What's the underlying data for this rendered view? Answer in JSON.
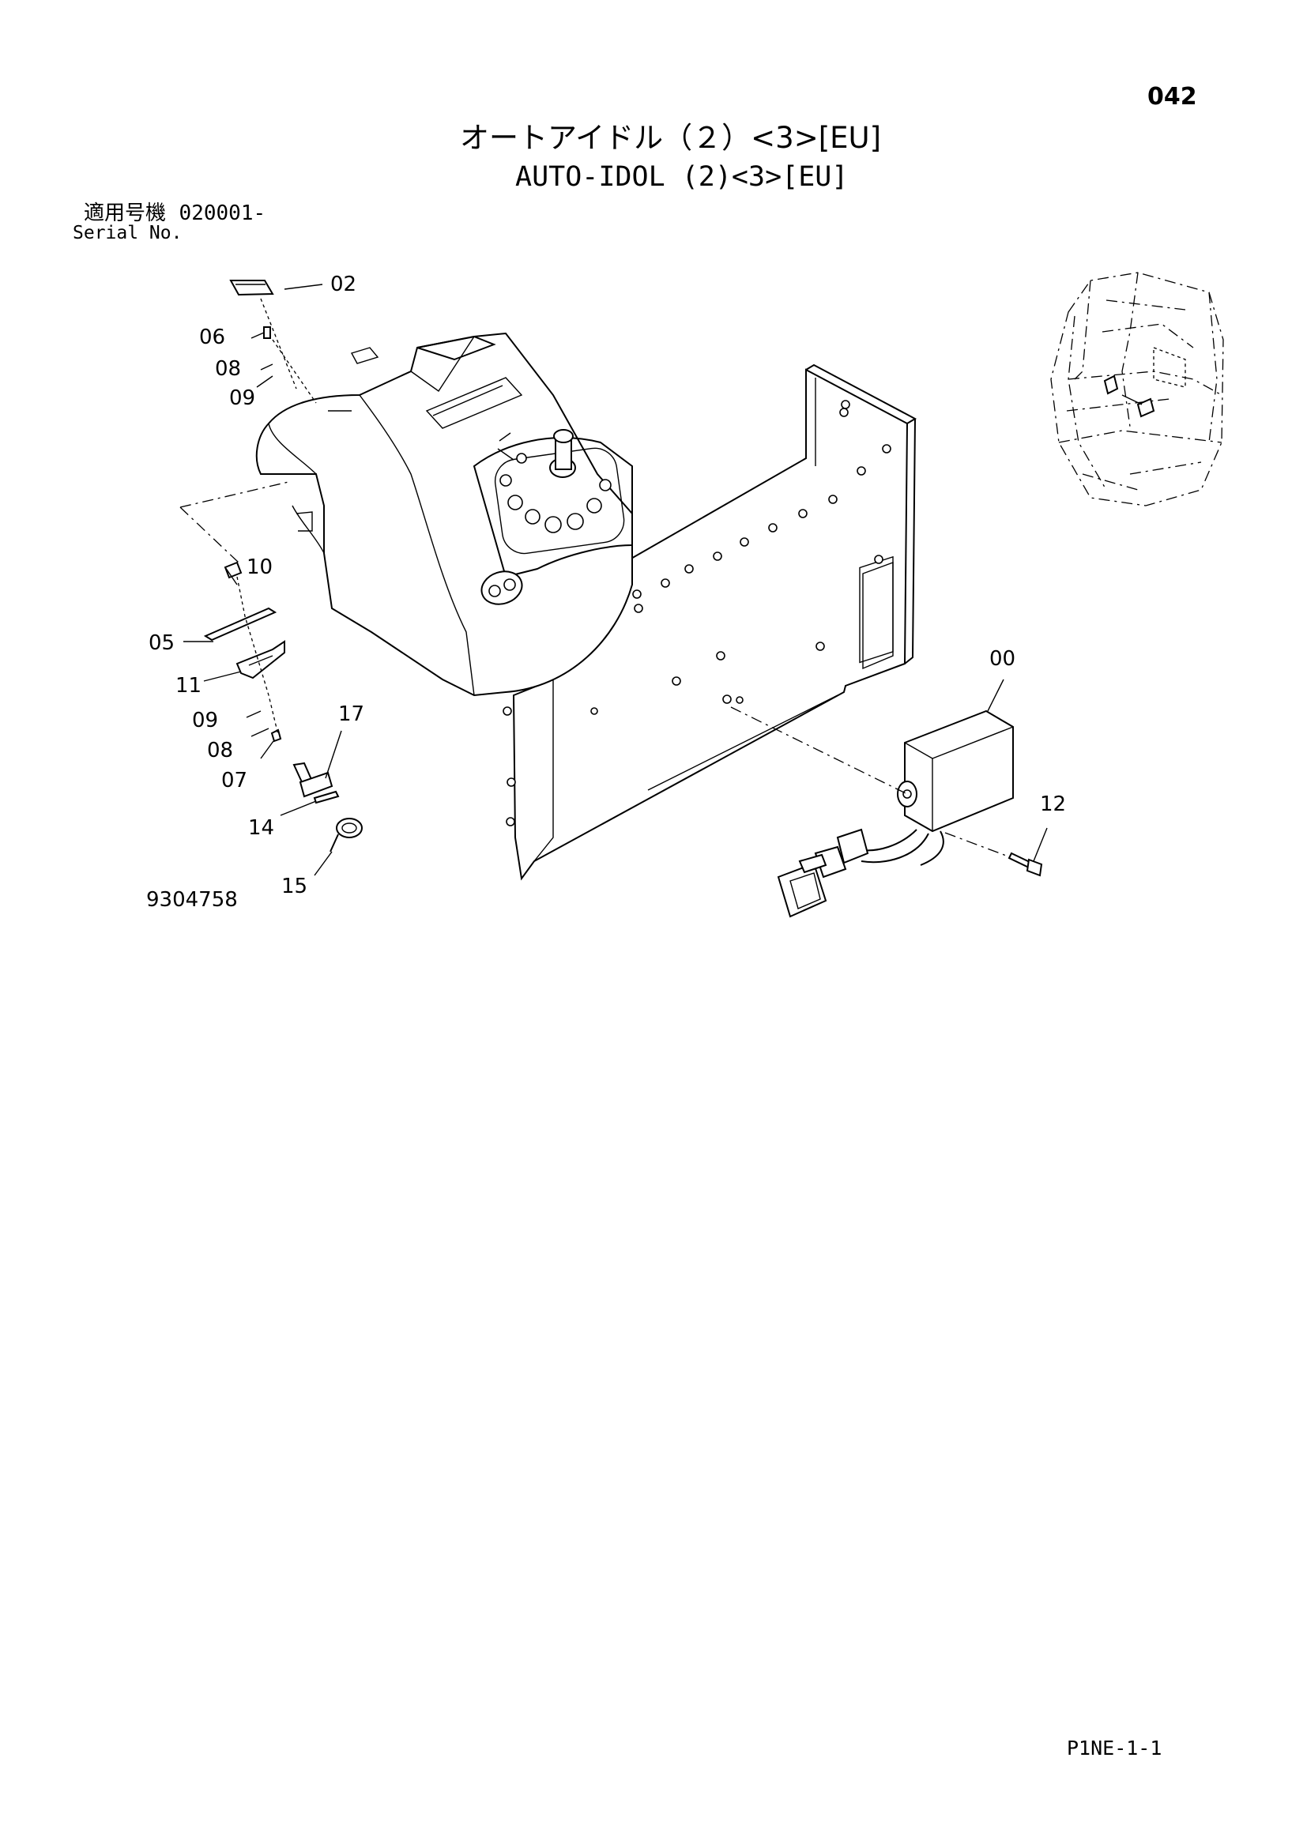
{
  "page": {
    "number": "042",
    "title_jp": "オートアイドル（２）<3>[EU]",
    "title_en": "AUTO-IDOL (2)<3>[EU]",
    "serial_label_jp": "適用号機",
    "serial_value": "020001-",
    "serial_label_en": "Serial No.",
    "drawing_number": "9304758",
    "footer_code": "P1NE-1-1"
  },
  "callouts": [
    "02",
    "06",
    "08",
    "09",
    "10",
    "05",
    "11",
    "09",
    "08",
    "07",
    "17",
    "14",
    "15",
    "00",
    "12"
  ]
}
